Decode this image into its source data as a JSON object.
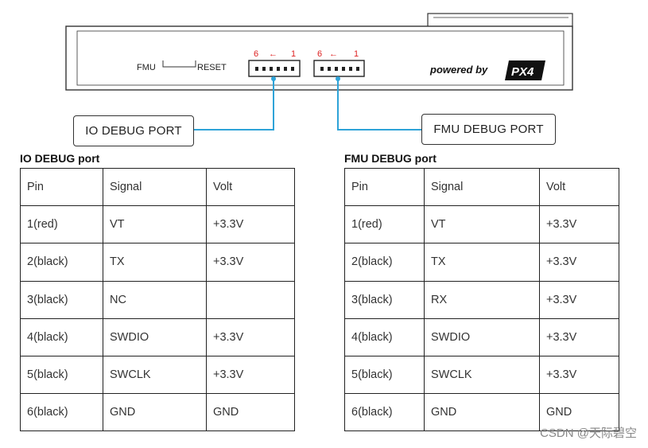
{
  "device": {
    "fmu_label": "FMU",
    "reset_label": "RESET",
    "io_port_pins": {
      "left": "6",
      "arrow": "←",
      "right": "1"
    },
    "fmu_port_pins": {
      "left": "6",
      "arrow": "←",
      "right": "1"
    },
    "brand_text": "powered by",
    "brand_logo": "PX4"
  },
  "callouts": {
    "io": "IO DEBUG PORT",
    "fmu": "FMU DEBUG PORT"
  },
  "io_table": {
    "title": "IO DEBUG port",
    "headers": [
      "Pin",
      "Signal",
      "Volt"
    ],
    "rows": [
      [
        "1(red)",
        "VT",
        "+3.3V"
      ],
      [
        "2(black)",
        "TX",
        "+3.3V"
      ],
      [
        "3(black)",
        "NC",
        ""
      ],
      [
        "4(black)",
        "SWDIO",
        "+3.3V"
      ],
      [
        "5(black)",
        "SWCLK",
        "+3.3V"
      ],
      [
        "6(black)",
        "GND",
        "GND"
      ]
    ]
  },
  "fmu_table": {
    "title": "FMU DEBUG port",
    "headers": [
      "Pin",
      "Signal",
      "Volt"
    ],
    "rows": [
      [
        "1(red)",
        "VT",
        "+3.3V"
      ],
      [
        "2(black)",
        "TX",
        "+3.3V"
      ],
      [
        "3(black)",
        "RX",
        "+3.3V"
      ],
      [
        "4(black)",
        "SWDIO",
        "+3.3V"
      ],
      [
        "5(black)",
        "SWCLK",
        "+3.3V"
      ],
      [
        "6(black)",
        "GND",
        "GND"
      ]
    ]
  },
  "watermark": "CSDN @天际碧空",
  "colors": {
    "line": "#2ea3d8",
    "pin_number": "#d22222",
    "border": "#222222"
  }
}
